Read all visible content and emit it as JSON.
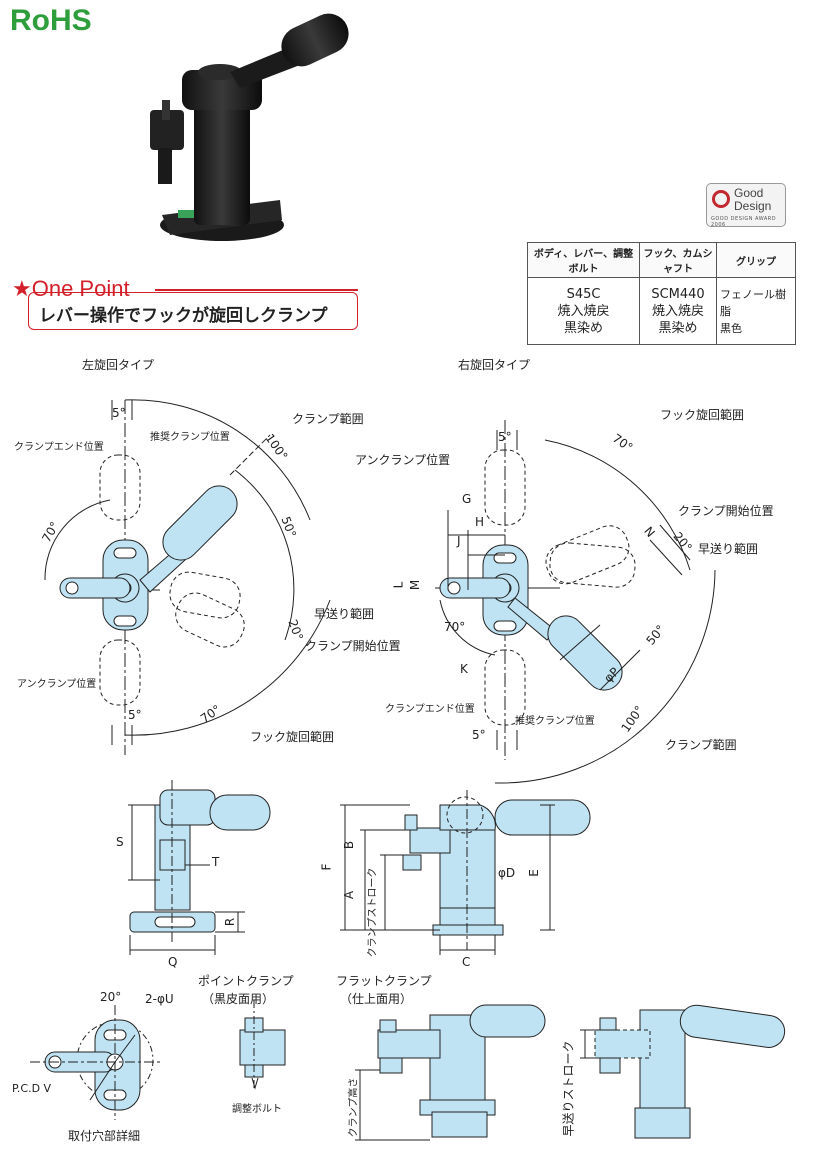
{
  "brand": {
    "rohs": "RoHS"
  },
  "good_design": {
    "line1": "Good",
    "line2": "Design",
    "line3": "GOOD DESIGN AWARD 2006"
  },
  "material_table": {
    "headers": [
      "ボディ、レバー、調整ボルト",
      "フック、カムシャフト",
      "グリップ"
    ],
    "rows": [
      [
        "S45C\n焼入焼戻\n黒染め",
        "SCM440\n焼入焼戻\n黒染め",
        "フェノール樹脂\n黒色"
      ]
    ]
  },
  "one_point": {
    "title": "★One Point",
    "text": "レバー操作でフックが旋回しクランプ"
  },
  "left_diagram": {
    "title": "左旋回タイプ",
    "labels": {
      "clamp_end": "クランプエンド位置",
      "recommended": "推奨クランプ位置",
      "clamp_range": "クランプ範囲",
      "rapid": "早送り範囲",
      "clamp_start": "クランプ開始位置",
      "unclamp": "アンクランプ位置",
      "hook_range": "フック旋回範囲",
      "a5a": "5°",
      "a5b": "5°",
      "a70": "70°",
      "a100": "100°",
      "a50": "50°",
      "a20": "20°",
      "a70b": "70°"
    }
  },
  "right_diagram": {
    "title": "右旋回タイプ",
    "labels": {
      "hook_range": "フック旋回範囲",
      "unclamp": "アンクランプ位置",
      "clamp_start": "クランプ開始位置",
      "rapid": "早送り範囲",
      "clamp_end": "クランプエンド位置",
      "recommended": "推奨クランプ位置",
      "clamp_range": "クランプ範囲",
      "a5a": "5°",
      "a70": "70°",
      "a20": "20°",
      "a70b": "70°",
      "a50": "50°",
      "a5b": "5°",
      "a100": "100°",
      "G": "G",
      "H": "H",
      "J": "J",
      "L": "L",
      "M": "M",
      "N": "N",
      "K": "K",
      "phiP": "φP"
    }
  },
  "side_view": {
    "S": "S",
    "T": "T",
    "R": "R",
    "Q": "Q"
  },
  "front_view": {
    "F": "F",
    "B": "B",
    "A": "A",
    "E": "E",
    "phiD": "φD",
    "C": "C",
    "stroke": "クランプストローク"
  },
  "mount_detail": {
    "angle": "20°",
    "holes": "2-φU",
    "pcd": "P.C.D V",
    "caption": "取付穴部詳細"
  },
  "point_clamp": {
    "title": "ポイントクランプ",
    "sub": "（黒皮面用）",
    "bolt": "調整ボルト"
  },
  "flat_clamp": {
    "title": "フラットクランプ",
    "sub": "（仕上面用）",
    "height": "クランプ高さ"
  },
  "rapid_stroke": {
    "label": "早送りストローク"
  },
  "colors": {
    "part": "#bfe3f3",
    "outline": "#1a1a1a",
    "accent": "#d4202a",
    "rohs": "#2e9e3c"
  }
}
